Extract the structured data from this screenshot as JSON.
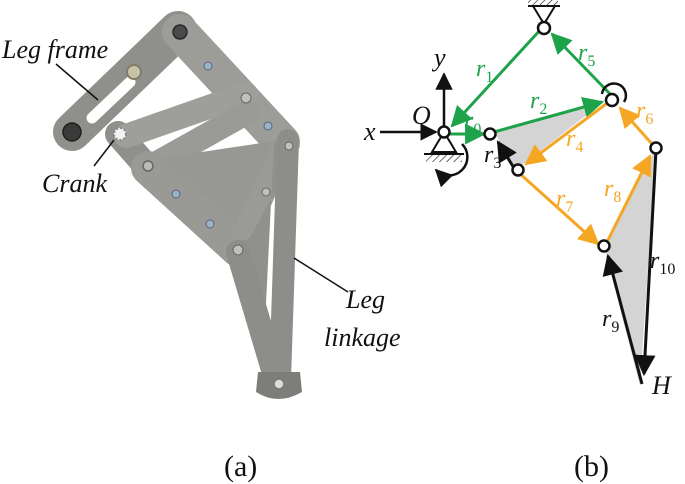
{
  "panel_a": {
    "caption": "(a)",
    "labels": {
      "leg_frame": "Leg frame",
      "crank": "Crank",
      "leg_linkage_line1": "Leg",
      "leg_linkage_line2": "linkage"
    }
  },
  "panel_b": {
    "caption": "(b)",
    "axis_x": "x",
    "axis_y": "y",
    "origin": "O",
    "foot_point": "H",
    "vectors": {
      "r0": {
        "base": "r",
        "sub": "0"
      },
      "r1": {
        "base": "r",
        "sub": "1"
      },
      "r2": {
        "base": "r",
        "sub": "2"
      },
      "r3": {
        "base": "r",
        "sub": "3"
      },
      "r4": {
        "base": "r",
        "sub": "4"
      },
      "r5": {
        "base": "r",
        "sub": "5"
      },
      "r6": {
        "base": "r",
        "sub": "6"
      },
      "r7": {
        "base": "r",
        "sub": "7"
      },
      "r8": {
        "base": "r",
        "sub": "8"
      },
      "r9": {
        "base": "r",
        "sub": "9"
      },
      "r10": {
        "base": "r",
        "sub": "10"
      }
    },
    "colors": {
      "green": "#1ea34a",
      "orange": "#f5a623",
      "black": "#111111",
      "link_fill": "#d4d4d4"
    }
  }
}
